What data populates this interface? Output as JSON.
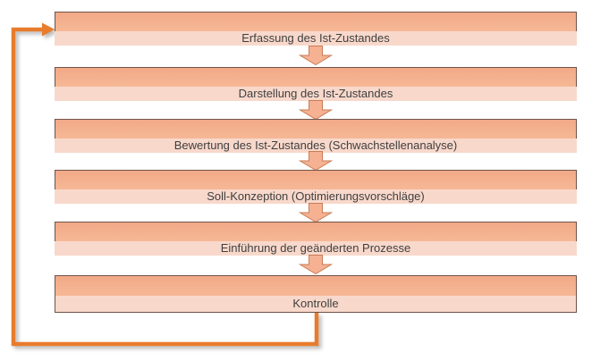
{
  "diagram": {
    "type": "flowchart",
    "steps": [
      {
        "label": "Erfassung des Ist-Zustandes"
      },
      {
        "label": "Darstellung des Ist-Zustandes"
      },
      {
        "label": "Bewertung des Ist-Zustandes (Schwachstellenanalyse)"
      },
      {
        "label": "Soll-Konzeption (Optimierungsvorschläge)"
      },
      {
        "label": "Einführung der geänderten Prozesse"
      },
      {
        "label": "Kontrolle"
      }
    ],
    "connectors": {
      "down_arrow_count": 5,
      "feedback_loop": "Kontrolle zurück zu Erfassung des Ist-Zustandes"
    },
    "colors": {
      "step_band_top": "#f4b192",
      "step_band_bottom": "#f8d8cb",
      "step_border": "#6e5349",
      "down_arrow_fill": "#f5b192",
      "down_arrow_stroke": "#c87c55",
      "loop_arrow": "#e87c2c",
      "label_text": "#3f3f3f"
    }
  }
}
